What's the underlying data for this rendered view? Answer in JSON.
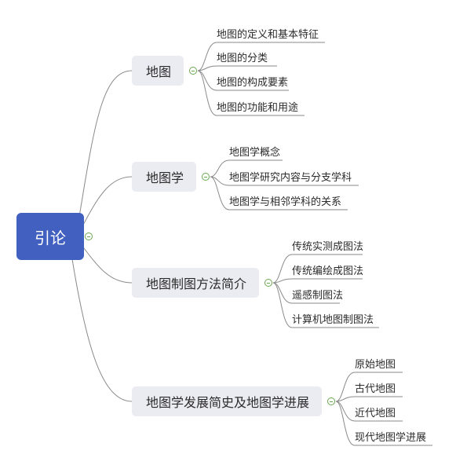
{
  "root": {
    "label": "引论"
  },
  "branches": [
    {
      "label": "地图",
      "children": [
        "地图的定义和基本特征",
        "地图的分类",
        "地图的构成要素",
        "地图的功能和用途"
      ]
    },
    {
      "label": "地图学",
      "children": [
        "地图学概念",
        "地图学研究内容与分支学科",
        "地图学与相邻学科的关系"
      ]
    },
    {
      "label": "地图制图方法简介",
      "children": [
        "传统实测成图法",
        "传统编绘成图法",
        "遥感制图法",
        "计算机地图制图法"
      ]
    },
    {
      "label": "地图学发展简史及地图学进展",
      "children": [
        "原始地图",
        "古代地图",
        "近代地图",
        "现代地图学进展"
      ]
    }
  ],
  "colors": {
    "root": "#4160c0",
    "branch_bg": "#ebebf2",
    "connector": "#8a8a8a",
    "toggle": "#6aa84f"
  }
}
